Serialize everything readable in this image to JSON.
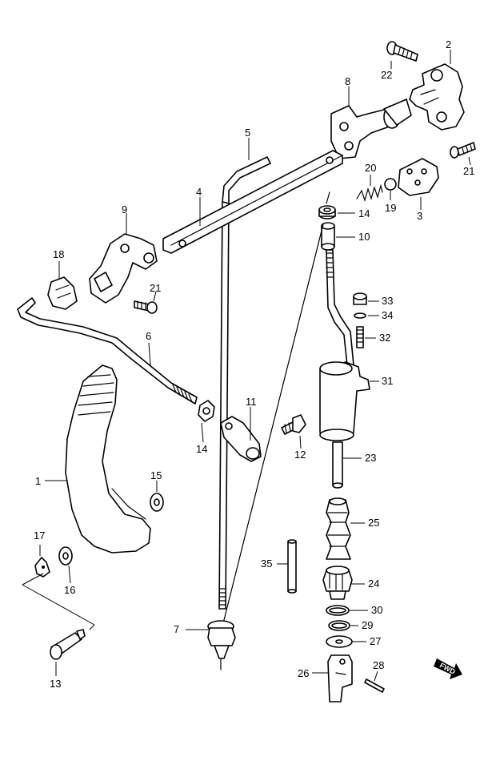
{
  "diagram": {
    "callouts": {
      "c1": "1",
      "c2": "2",
      "c3": "3",
      "c4": "4",
      "c5": "5",
      "c6": "6",
      "c7": "7",
      "c8": "8",
      "c9": "9",
      "c10": "10",
      "c11": "11",
      "c12": "12",
      "c13": "13",
      "c14a": "14",
      "c14b": "14",
      "c15": "15",
      "c16": "16",
      "c17": "17",
      "c18": "18",
      "c19": "19",
      "c20": "20",
      "c21a": "21",
      "c21b": "21",
      "c22": "22",
      "c23": "23",
      "c24": "24",
      "c25": "25",
      "c26": "26",
      "c27": "27",
      "c28": "28",
      "c29": "29",
      "c30": "30",
      "c31": "31",
      "c32": "32",
      "c33": "33",
      "c34": "34",
      "c35": "35"
    },
    "fwd_label": "FWD",
    "icon": "fwd-arrow-icon"
  }
}
